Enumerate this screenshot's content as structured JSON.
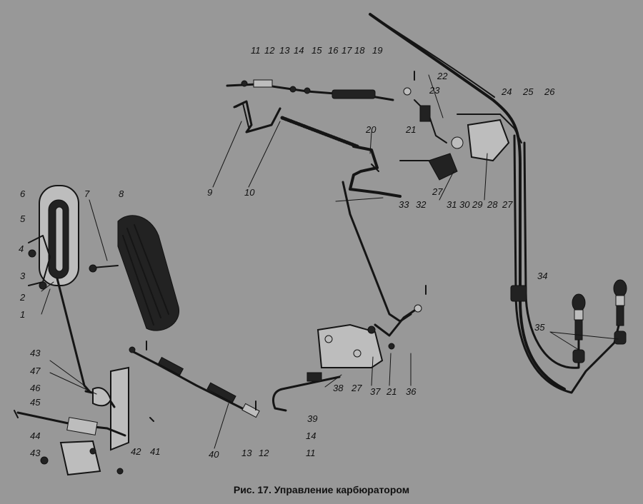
{
  "caption": "Рис. 17. Управление карбюратором",
  "labels": [
    "1",
    "2",
    "3",
    "4",
    "5",
    "6",
    "7",
    "8",
    "9",
    "10",
    "11",
    "12",
    "13",
    "14",
    "15",
    "16",
    "17",
    "18",
    "19",
    "20",
    "21",
    "22",
    "23",
    "24",
    "25",
    "26",
    "27",
    "28",
    "29",
    "30",
    "31",
    "32",
    "33",
    "34",
    "35",
    "36",
    "37",
    "38",
    "39",
    "40",
    "41",
    "42",
    "43",
    "44",
    "45",
    "46",
    "47"
  ]
}
